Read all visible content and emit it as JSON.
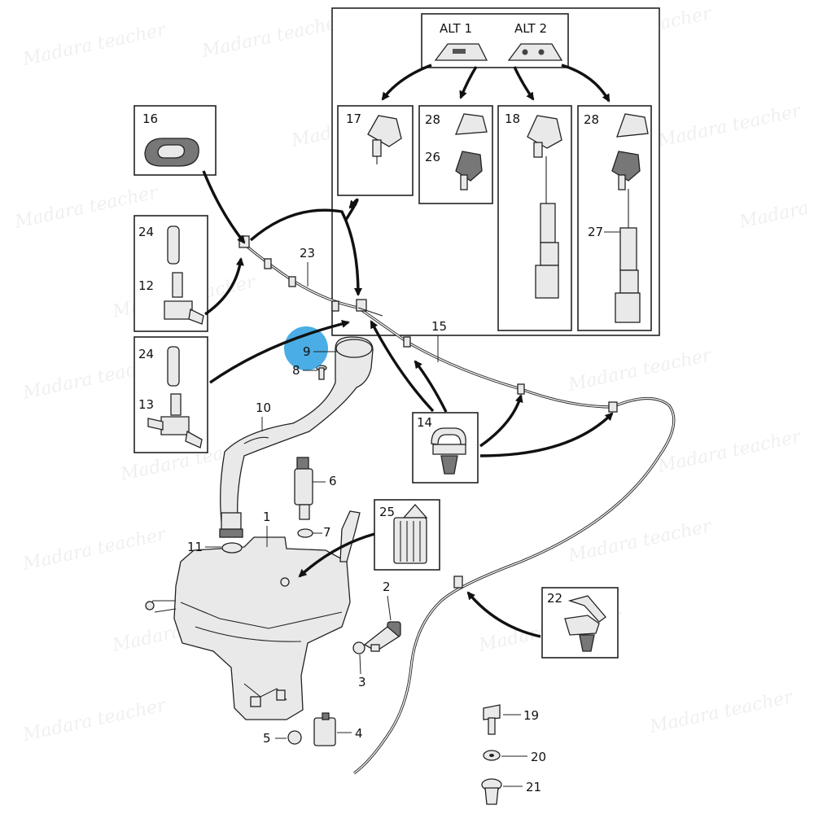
{
  "labels": {
    "alt1": "ALT 1",
    "alt2": "ALT 2",
    "callouts": [
      "1",
      "2",
      "3",
      "4",
      "5",
      "6",
      "7",
      "8",
      "9",
      "10",
      "11",
      "12",
      "13",
      "14",
      "15",
      "16",
      "17",
      "18",
      "19",
      "20",
      "21",
      "22",
      "23",
      "24",
      "24",
      "25",
      "26",
      "27",
      "28",
      "28"
    ]
  },
  "watermark": "Madara teacher",
  "highlight_color": "#2a9fe0"
}
